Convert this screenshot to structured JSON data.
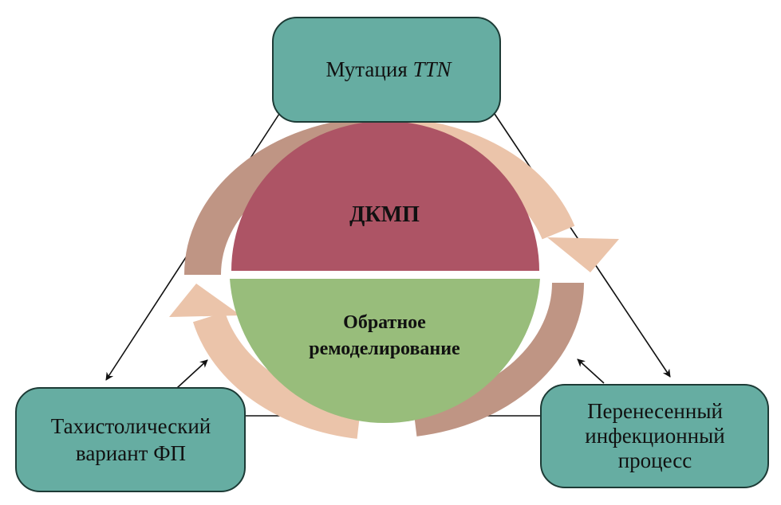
{
  "nodes": {
    "top": {
      "text": "Мутация ",
      "italic": "TTN"
    },
    "left": {
      "lines": [
        "Тахистолический",
        "вариант ФП"
      ]
    },
    "right": {
      "lines": [
        "Перенесенный",
        "инфекционный",
        "процесс"
      ]
    },
    "center_top": "ДКМП",
    "center_bottom": [
      "Обратное",
      "ремоделирование"
    ]
  },
  "colors": {
    "box": "#66ada2",
    "dkmp": "#ad5465",
    "remodel": "#98bd7b",
    "arrow_dark": "#bf9584",
    "arrow_light": "#ebc4aa"
  }
}
